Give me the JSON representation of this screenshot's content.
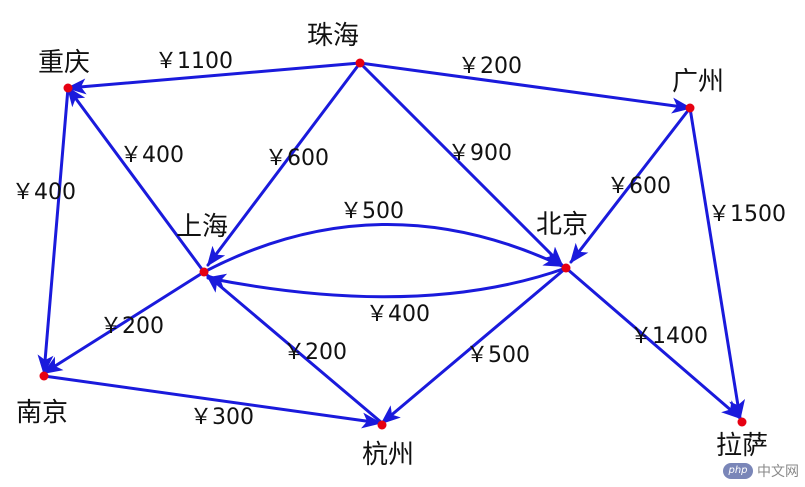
{
  "colors": {
    "edge": "#1a1adc",
    "node": "#e60012",
    "text": "#111111"
  },
  "nodes": [
    {
      "id": "zhuhai",
      "label": "珠海"
    },
    {
      "id": "chongqing",
      "label": "重庆"
    },
    {
      "id": "guangzhou",
      "label": "广州"
    },
    {
      "id": "shanghai",
      "label": "上海"
    },
    {
      "id": "beijing",
      "label": "北京"
    },
    {
      "id": "nanjing",
      "label": "南京"
    },
    {
      "id": "hangzhou",
      "label": "杭州"
    },
    {
      "id": "lasa",
      "label": "拉萨"
    }
  ],
  "edges": [
    {
      "from": "zhuhai",
      "to": "chongqing",
      "price": "￥1100"
    },
    {
      "from": "zhuhai",
      "to": "guangzhou",
      "price": "￥200"
    },
    {
      "from": "zhuhai",
      "to": "shanghai",
      "price": "￥600"
    },
    {
      "from": "zhuhai",
      "to": "beijing",
      "price": "￥900"
    },
    {
      "from": "shanghai",
      "to": "chongqing",
      "price": "￥400"
    },
    {
      "from": "chongqing",
      "to": "nanjing",
      "price": "￥400"
    },
    {
      "from": "guangzhou",
      "to": "beijing",
      "price": "￥600"
    },
    {
      "from": "guangzhou",
      "to": "lasa",
      "price": "￥1500"
    },
    {
      "from": "shanghai",
      "to": "beijing",
      "price": "￥500"
    },
    {
      "from": "beijing",
      "to": "shanghai",
      "price": "￥400"
    },
    {
      "from": "shanghai",
      "to": "nanjing",
      "price": "￥200"
    },
    {
      "from": "hangzhou",
      "to": "shanghai",
      "price": "￥200"
    },
    {
      "from": "beijing",
      "to": "hangzhou",
      "price": "￥500"
    },
    {
      "from": "beijing",
      "to": "lasa",
      "price": "￥1400"
    },
    {
      "from": "nanjing",
      "to": "hangzhou",
      "price": "￥300"
    }
  ],
  "watermark": {
    "badge": "php",
    "text": "中文网"
  }
}
